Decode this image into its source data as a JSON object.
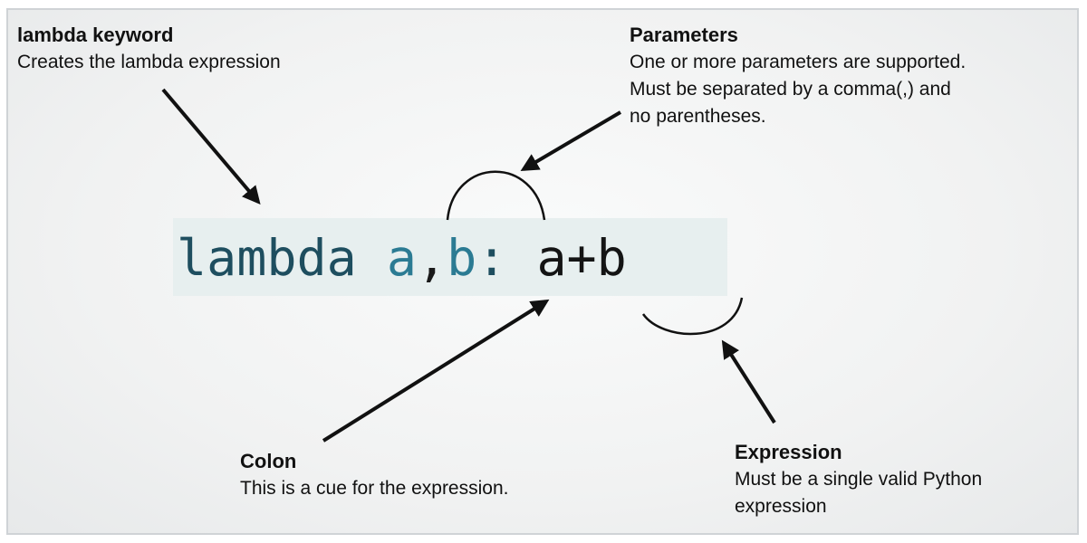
{
  "annotations": {
    "lambda": {
      "title": "lambda keyword",
      "desc": "Creates the lambda expression"
    },
    "parameters": {
      "title": "Parameters",
      "lines": [
        "One or more parameters are supported.",
        "Must be separated by a comma(,) and",
        "no parentheses."
      ]
    },
    "colon": {
      "title": "Colon",
      "desc": "This is a cue for the expression."
    },
    "expression": {
      "title": "Expression",
      "lines": [
        "Must be a single valid Python",
        "expression"
      ]
    }
  },
  "code": {
    "keyword": "lambda",
    "param_a": "a",
    "comma": ",",
    "param_b": "b",
    "colon": ":",
    "expr": "a+b"
  },
  "colors": {
    "keyword": "#1e4e5f",
    "param": "#2b7b93",
    "arrow": "#111111",
    "code_background": "#e7efef"
  }
}
